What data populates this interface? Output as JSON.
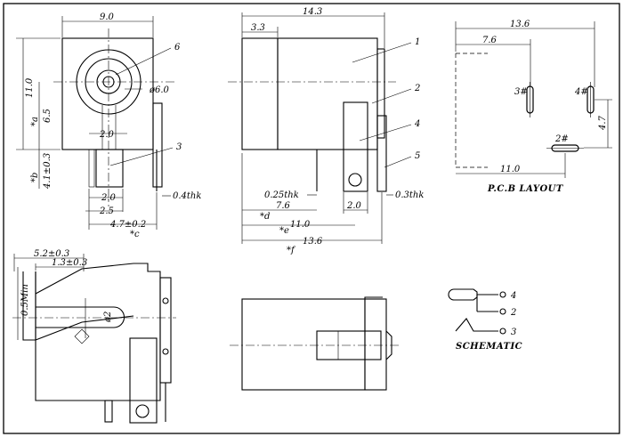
{
  "front_view": {
    "dims": {
      "width": "9.0",
      "height": "11.0",
      "a": "*a",
      "a_val": "6.5",
      "b": "*b",
      "b_val": "4.1±0.3",
      "c": "*c",
      "pin_pitch": "2.0",
      "center_offset": "2.0",
      "pin_span": "2.5",
      "pin_pos": "4.7±0.2",
      "thk": "0.4thk",
      "hole": "ø6.0"
    },
    "callouts": {
      "six": "6",
      "three": "3"
    }
  },
  "side_view": {
    "dims": {
      "overall": "14.3",
      "nose": "3.3",
      "thk_left": "0.25thk",
      "thk_right": "0.3thk",
      "d_val": "7.6",
      "d": "*d",
      "pin_pitch": "2.0",
      "e_val": "11.0",
      "e": "*e",
      "f_val": "13.6",
      "f": "*f"
    },
    "callouts": {
      "one": "1",
      "two": "2",
      "four": "4",
      "five": "5"
    }
  },
  "pcb_layout": {
    "title": "P.C.B LAYOUT",
    "dims": {
      "overall": "13.6",
      "offset": "7.6",
      "span": "11.0",
      "height": "4.7"
    },
    "pads": {
      "pad3": "3#",
      "pad4": "4#",
      "pad2": "2#"
    }
  },
  "bottom_left_view": {
    "dims": {
      "a": "5.2±0.3",
      "b": "1.3±0.3",
      "min": "0.5Min",
      "pin": "ø2"
    }
  },
  "schematic": {
    "title": "SCHEMATIC",
    "pins": {
      "four": "4",
      "two": "2",
      "three": "3"
    }
  }
}
